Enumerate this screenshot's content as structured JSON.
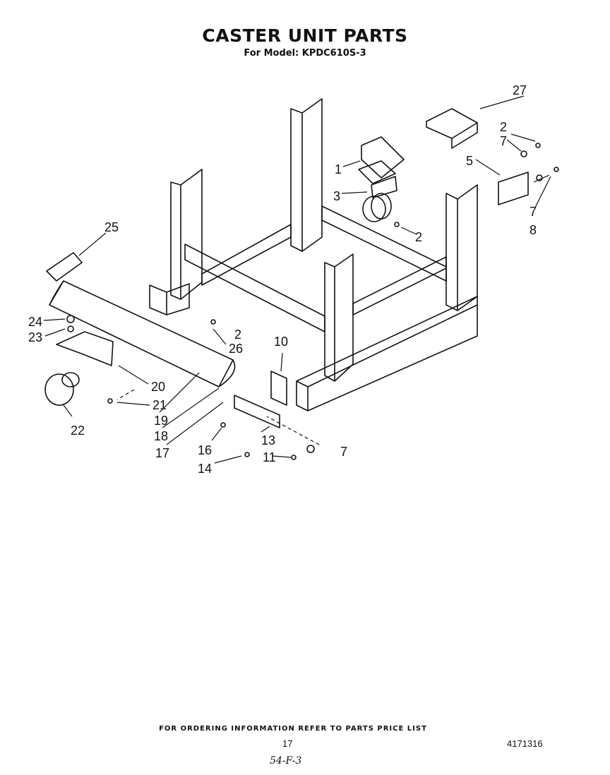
{
  "header": {
    "title": "CASTER UNIT PARTS",
    "subtitle": "For Model: KPDC610S-3"
  },
  "callouts": [
    "1",
    "2",
    "2",
    "2",
    "3",
    "5",
    "7",
    "7",
    "7",
    "8",
    "10",
    "11",
    "13",
    "14",
    "16",
    "17",
    "18",
    "19",
    "20",
    "21",
    "22",
    "23",
    "24",
    "25",
    "26",
    "27"
  ],
  "footer": {
    "ordering_note": "FOR ORDERING INFORMATION REFER TO PARTS PRICE LIST",
    "page_number": "17",
    "document_number": "4171316",
    "handwritten_code": "54-F-3"
  }
}
